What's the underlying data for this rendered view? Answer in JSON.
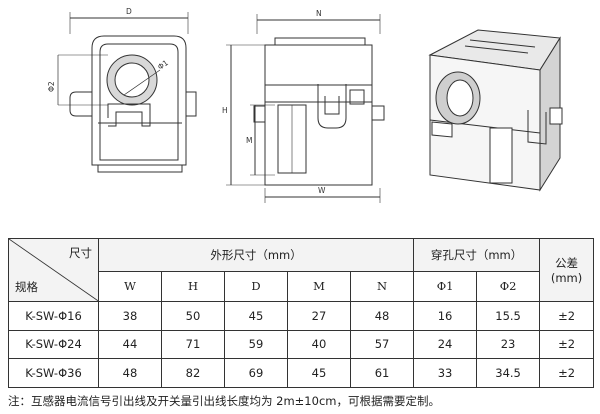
{
  "drawing": {
    "dim_labels": {
      "D": "D",
      "N": "N",
      "H": "H",
      "M": "M",
      "W": "W",
      "phi1": "Φ1",
      "phi2": "Φ2"
    }
  },
  "table": {
    "corner_top": "尺寸",
    "corner_bottom": "规格",
    "group_outer": "外形尺寸（mm）",
    "group_hole": "穿孔尺寸（mm）",
    "tolerance": "公差(mm)",
    "columns": [
      "W",
      "H",
      "D",
      "M",
      "N",
      "Φ1",
      "Φ2"
    ],
    "rows": [
      {
        "model": "K-SW-Φ16",
        "values": [
          "38",
          "50",
          "45",
          "27",
          "48",
          "16",
          "15.5"
        ],
        "tol": "±2"
      },
      {
        "model": "K-SW-Φ24",
        "values": [
          "44",
          "71",
          "59",
          "40",
          "57",
          "24",
          "23"
        ],
        "tol": "±2"
      },
      {
        "model": "K-SW-Φ36",
        "values": [
          "48",
          "82",
          "69",
          "45",
          "61",
          "33",
          "34.5"
        ],
        "tol": "±2"
      }
    ]
  },
  "note": "注：互感器电流信号引出线及开关量引出线长度均为 2m±10cm，可根据需要定制。"
}
